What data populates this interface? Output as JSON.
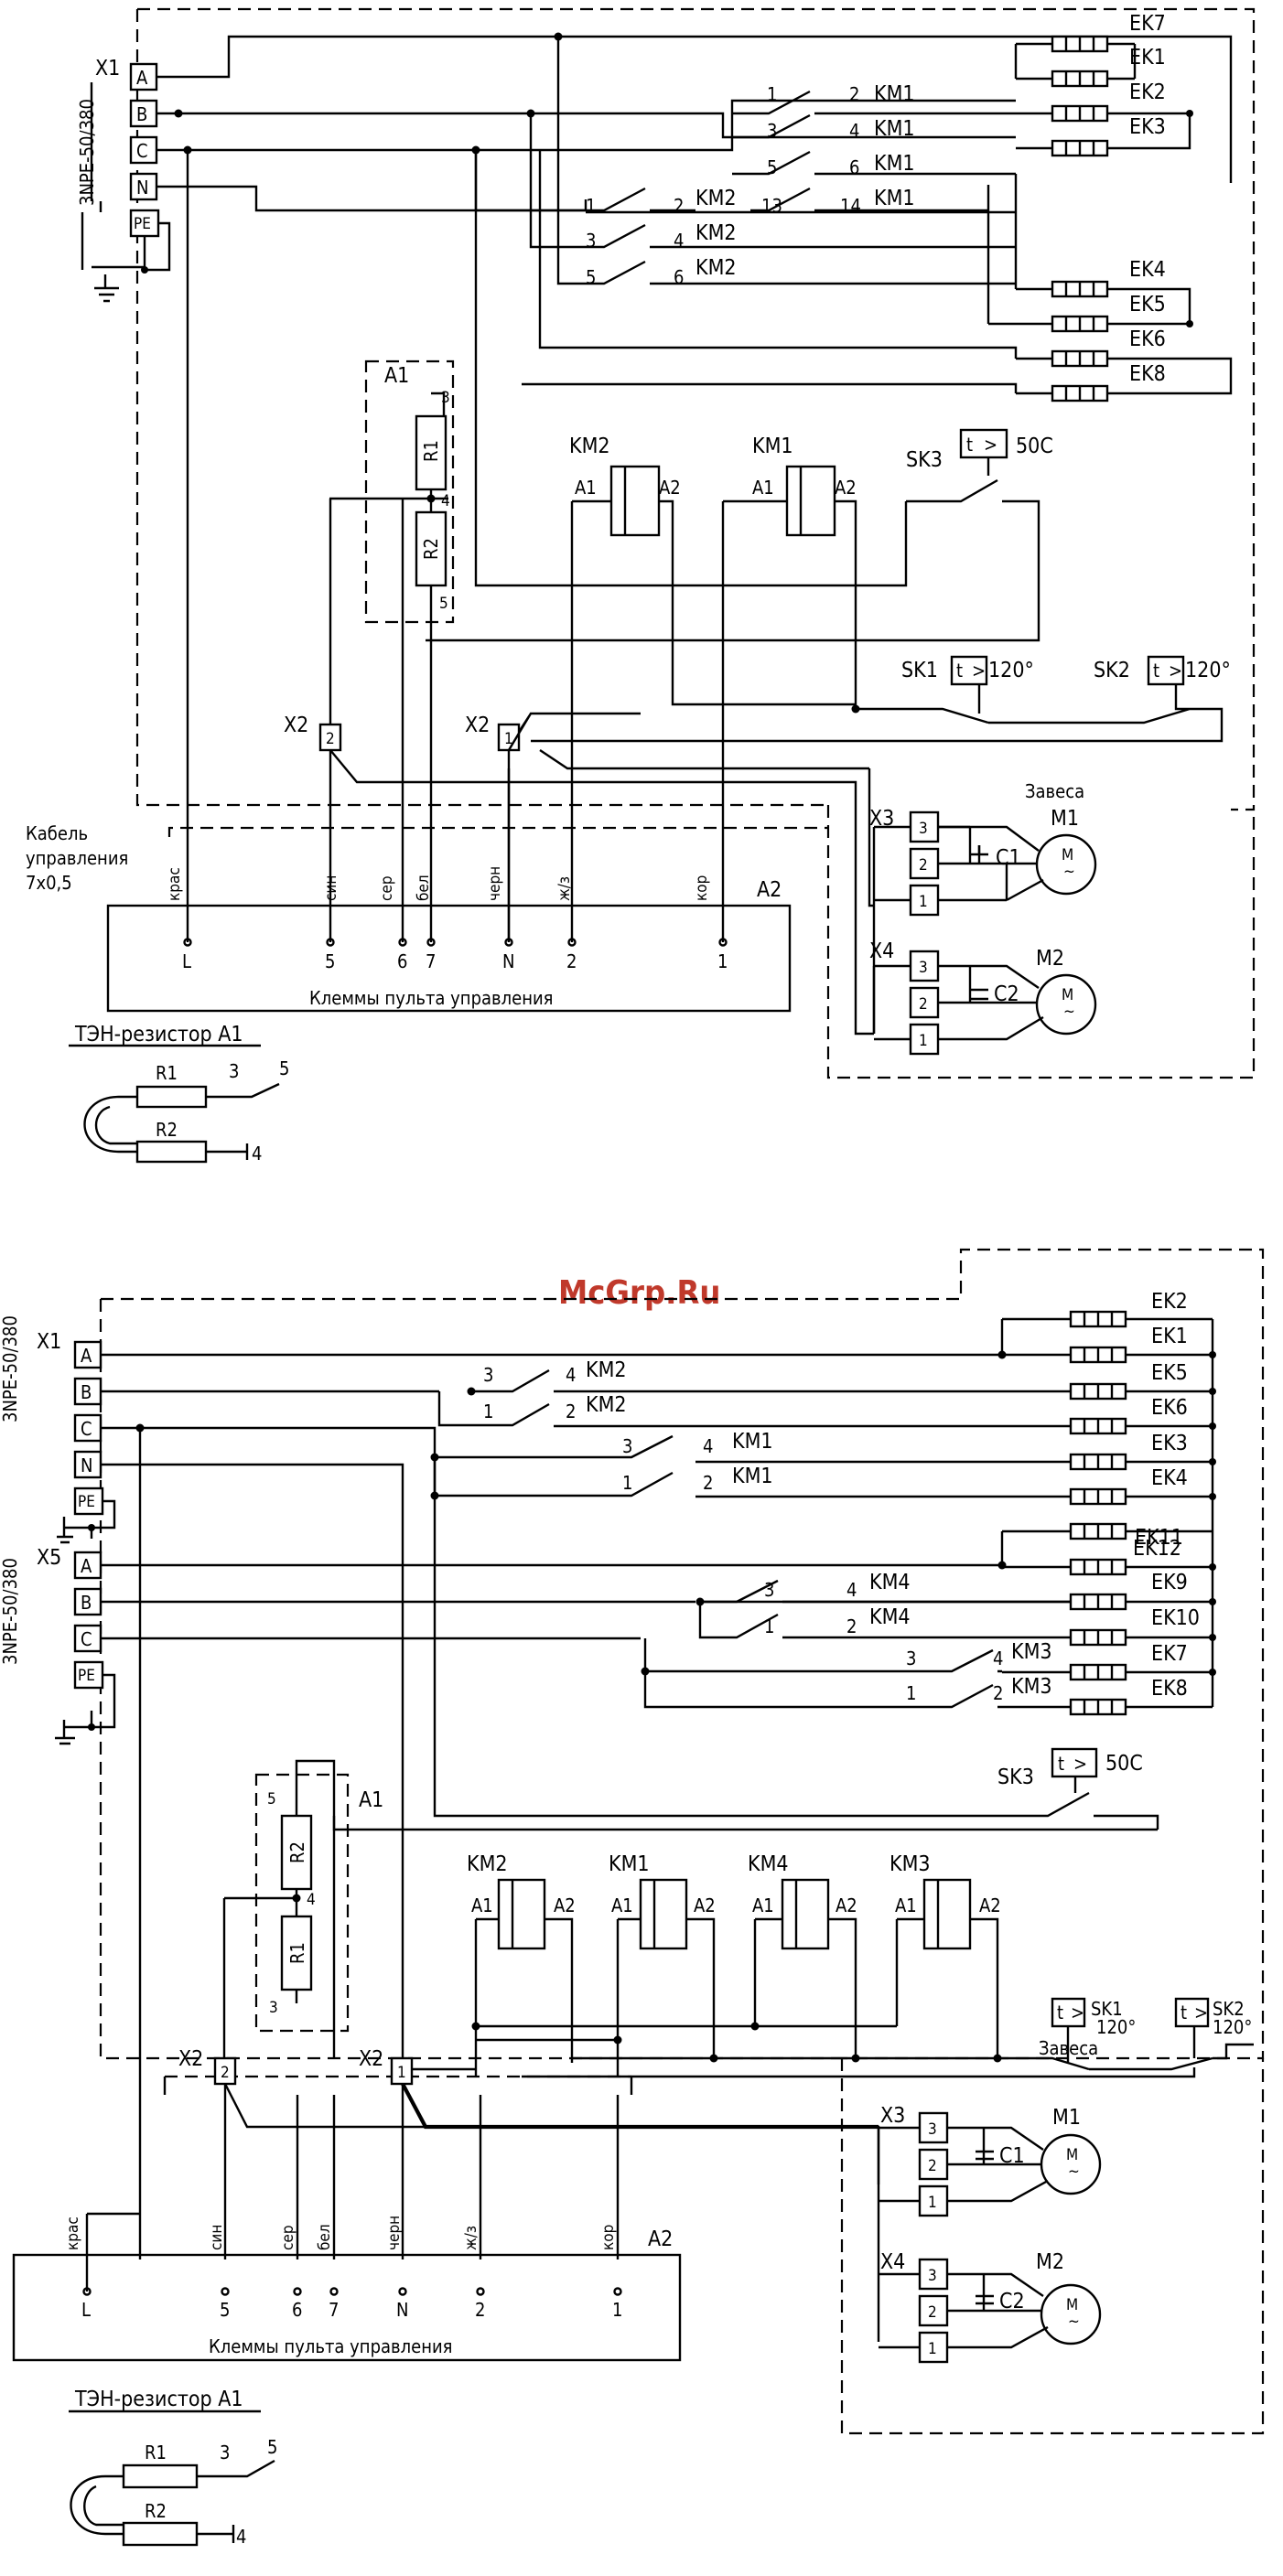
{
  "watermark": "McGrp.Ru",
  "supply_label": "3NPE-50/380",
  "top": {
    "terminal_block": "X1",
    "terminals": [
      "A",
      "B",
      "C",
      "N",
      "PE"
    ],
    "heaters": [
      "EK7",
      "EK1",
      "EK2",
      "EK3",
      "EK4",
      "EK5",
      "EK6",
      "EK8"
    ],
    "contactors": [
      {
        "p1": "1",
        "p2": "2",
        "name": "KM1"
      },
      {
        "p1": "3",
        "p2": "4",
        "name": "KM1"
      },
      {
        "p1": "5",
        "p2": "6",
        "name": "KM1"
      },
      {
        "p1": "13",
        "p2": "14",
        "name": "KM1"
      },
      {
        "p1": "1",
        "p2": "2",
        "name": "KM2"
      },
      {
        "p1": "3",
        "p2": "4",
        "name": "KM2"
      },
      {
        "p1": "5",
        "p2": "6",
        "name": "KM2"
      }
    ],
    "a1": {
      "name": "A1",
      "r1": "R1",
      "r2": "R2",
      "pins": [
        "3",
        "4",
        "5"
      ]
    },
    "coils": [
      {
        "name": "KM2",
        "a1": "A1",
        "a2": "A2"
      },
      {
        "name": "KM1",
        "a1": "A1",
        "a2": "A2"
      }
    ],
    "sk3": {
      "name": "SK3",
      "t": "t",
      "temp": "50C"
    },
    "sk1": {
      "name": "SK1",
      "t": "t",
      "temp": "120°"
    },
    "sk2": {
      "name": "SK2",
      "t": "t",
      "temp": "120°"
    },
    "x2a": {
      "name": "X2",
      "pin": "2"
    },
    "x2b": {
      "name": "X2",
      "pin": "1"
    },
    "curtain": "Завеса",
    "cable": [
      "Кабель",
      "управления",
      "7x0,5"
    ],
    "x3": {
      "name": "X3",
      "pins": [
        "3",
        "2",
        "1"
      ],
      "cap": "C1",
      "motor": "M1"
    },
    "x4": {
      "name": "X4",
      "pins": [
        "3",
        "2",
        "1"
      ],
      "cap": "C2",
      "motor": "M2"
    },
    "panel": {
      "name": "A2",
      "title": "Клеммы пульта управления",
      "wires": [
        "крас",
        "син",
        "сер",
        "бел",
        "черн",
        "ж/з",
        "кор"
      ],
      "terms": [
        "L",
        "5",
        "6",
        "7",
        "N",
        "2",
        "1"
      ]
    },
    "legend": {
      "title": "ТЭН-резистор  A1",
      "r1": "R1",
      "r2": "R2",
      "p3": "3",
      "p4": "4",
      "p5": "5"
    }
  },
  "bottom": {
    "terminal_block_1": "X1",
    "terminal_block_2": "X5",
    "terminals": [
      "A",
      "B",
      "C",
      "N",
      "PE"
    ],
    "terminals2": [
      "A",
      "B",
      "C",
      "PE"
    ],
    "heaters": [
      "EK2",
      "EK1",
      "EK5",
      "EK6",
      "EK3",
      "EK4",
      "EK11",
      "EK12",
      "EK9",
      "EK10",
      "EK7",
      "EK8"
    ],
    "contactors": [
      {
        "p1": "3",
        "p2": "4",
        "name": "KM2"
      },
      {
        "p1": "1",
        "p2": "2",
        "name": "KM2"
      },
      {
        "p1": "3",
        "p2": "4",
        "name": "KM1"
      },
      {
        "p1": "1",
        "p2": "2",
        "name": "KM1"
      },
      {
        "p1": "3",
        "p2": "4",
        "name": "KM4"
      },
      {
        "p1": "1",
        "p2": "2",
        "name": "KM4"
      },
      {
        "p1": "3",
        "p2": "4",
        "name": "KM3"
      },
      {
        "p1": "1",
        "p2": "2",
        "name": "KM3"
      }
    ],
    "sk3": {
      "name": "SK3",
      "t": "t",
      "temp": "50C"
    },
    "a1": {
      "name": "A1",
      "r1": "R1",
      "r2": "R2",
      "pins": [
        "5",
        "4",
        "3"
      ]
    },
    "coils": [
      {
        "name": "KM2",
        "a1": "A1",
        "a2": "A2"
      },
      {
        "name": "KM1",
        "a1": "A1",
        "a2": "A2"
      },
      {
        "name": "KM4",
        "a1": "A1",
        "a2": "A2"
      },
      {
        "name": "KM3",
        "a1": "A1",
        "a2": "A2"
      }
    ],
    "sk1": {
      "name": "SK1",
      "t": "t",
      "temp": "120°"
    },
    "sk2": {
      "name": "SK2",
      "t": "t",
      "temp": "120°"
    },
    "x2a": {
      "name": "X2",
      "pin": "2"
    },
    "x2b": {
      "name": "X2",
      "pin": "1"
    },
    "curtain": "Завеса",
    "x3": {
      "name": "X3",
      "pins": [
        "3",
        "2",
        "1"
      ],
      "cap": "C1",
      "motor": "M1"
    },
    "x4": {
      "name": "X4",
      "pins": [
        "3",
        "2",
        "1"
      ],
      "cap": "C2",
      "motor": "M2"
    },
    "panel": {
      "name": "A2",
      "title": "Клеммы пульта управления",
      "wires": [
        "крас",
        "син",
        "сер",
        "бел",
        "черн",
        "ж/з",
        "кор"
      ],
      "terms": [
        "L",
        "5",
        "6",
        "7",
        "N",
        "2",
        "1"
      ]
    },
    "legend": {
      "title": "ТЭН-резистор  A1",
      "r1": "R1",
      "r2": "R2",
      "p3": "3",
      "p4": "4",
      "p5": "5"
    }
  }
}
